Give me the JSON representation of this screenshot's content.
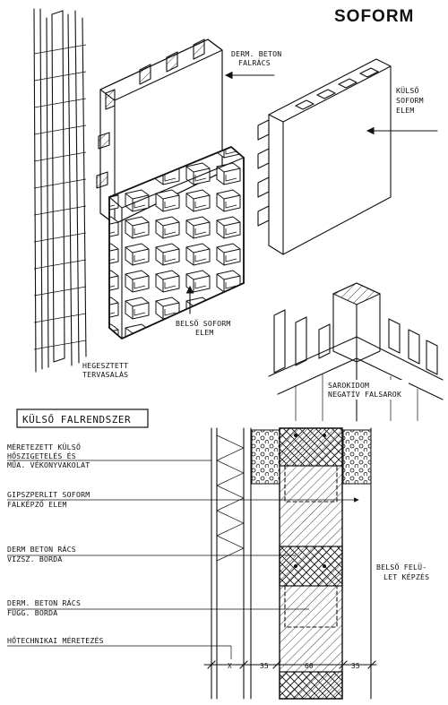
{
  "title": "SOFORM",
  "labels": {
    "derm_beton_falracs": [
      "DERM. BETON",
      "FALRÁCS"
    ],
    "kulso_soform_elem": [
      "KÜLSŐ",
      "SOFORM",
      "ELEM"
    ],
    "belso_soform_elem": [
      "BELSŐ SOFORM",
      "ELEM"
    ],
    "hegesztett_tervasalas": [
      "HEGESZTETT",
      "TERVASALÁS"
    ],
    "sarokidom": [
      "SAROKIDOM",
      "NEGATÍV FALSAROK"
    ]
  },
  "section": {
    "heading": "KÜLSŐ FALRENDSZER",
    "callouts": {
      "meretezett": [
        "MÉRETEZETT KÜLSŐ",
        "HŐSZIGETELÉS ÉS",
        "MŰA. VÉKONYVAKOLAT"
      ],
      "gipszperlit": [
        "GIPSZPERLIT SOFORM",
        "FALKÉPZŐ ELEM"
      ],
      "vizsz_borda": [
        "DERM BETON RÁCS",
        "VIZSZ. BORDA"
      ],
      "fugg_borda": [
        "DERM. BETON RÁCS",
        "FÜGG. BORDA"
      ],
      "hotechnikai": "HŐTECHNIKAI MÉRETEZÉS",
      "belso_felulet": [
        "BELSŐ FELÜ-",
        "LET KÉPZÉS"
      ]
    },
    "dimensions": [
      "X",
      "35",
      "60",
      "35"
    ]
  }
}
